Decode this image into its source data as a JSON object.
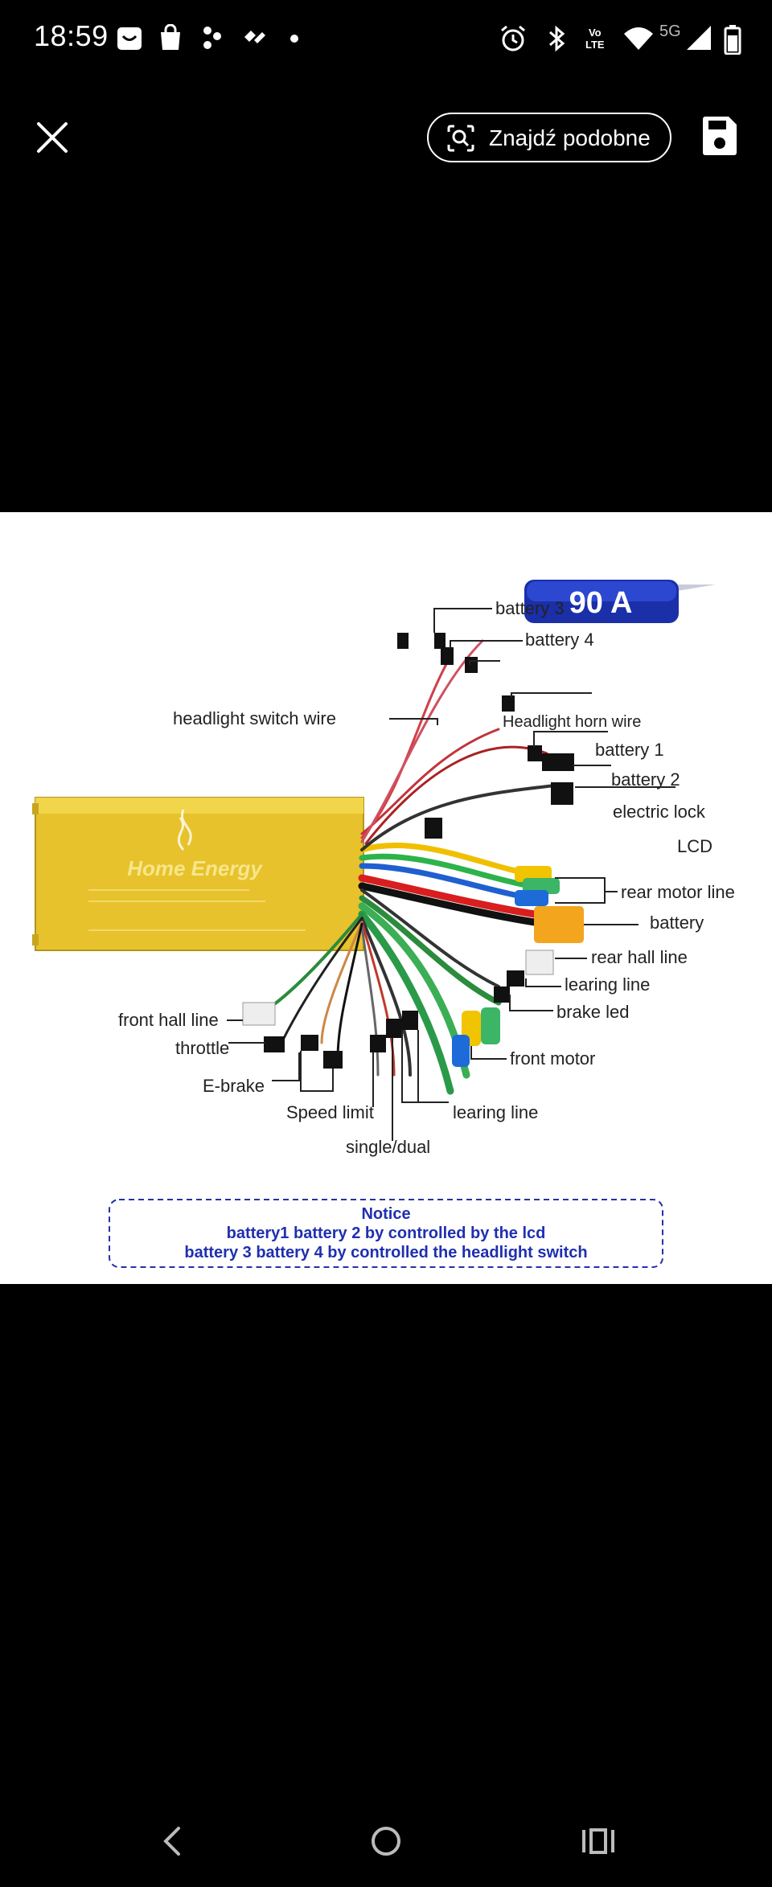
{
  "status_bar": {
    "time": "18:59",
    "lte_top": "Vo",
    "lte_bottom": "LTE",
    "network": "5G",
    "icons": [
      "app-store-icon",
      "shopping-bag-icon",
      "app-dots-icon",
      "payment-app-icon",
      "notification-dot-icon",
      "alarm-icon",
      "bluetooth-icon",
      "volte-icon",
      "wifi-icon",
      "signal-icon",
      "battery-icon"
    ]
  },
  "topbar": {
    "find_similar_label": "Znajdź podobne",
    "icons": [
      "close-icon",
      "lens-search-icon",
      "save-icon"
    ]
  },
  "image": {
    "badge": "90 A",
    "brand": "Home Energy",
    "labels": {
      "battery3": "battery 3",
      "battery4": "battery 4",
      "headlight_switch": "headlight switch wire",
      "headlight_horn": "Headlight horn wire",
      "battery1": "battery 1",
      "battery2": "battery 2",
      "electric_lock": "electric lock",
      "lcd": "LCD",
      "rear_motor": "rear motor line",
      "battery": "battery",
      "rear_hall": "rear hall line",
      "learing_line_right": "learing line",
      "brake_led": "brake led",
      "front_motor": "front motor",
      "front_hall": "front hall line",
      "throttle": "throttle",
      "ebrake": "E-brake",
      "speed_limit": "Speed limit",
      "learing_line_bottom": "learing line",
      "single_dual": "single/dual"
    },
    "notice": {
      "title": "Notice",
      "line1": "battery1 battery 2 by controlled by the lcd",
      "line2": "battery 3 battery 4 by controlled the headlight switch"
    }
  },
  "navbar": {
    "icons": [
      "back-icon",
      "home-icon",
      "recents-icon"
    ]
  }
}
